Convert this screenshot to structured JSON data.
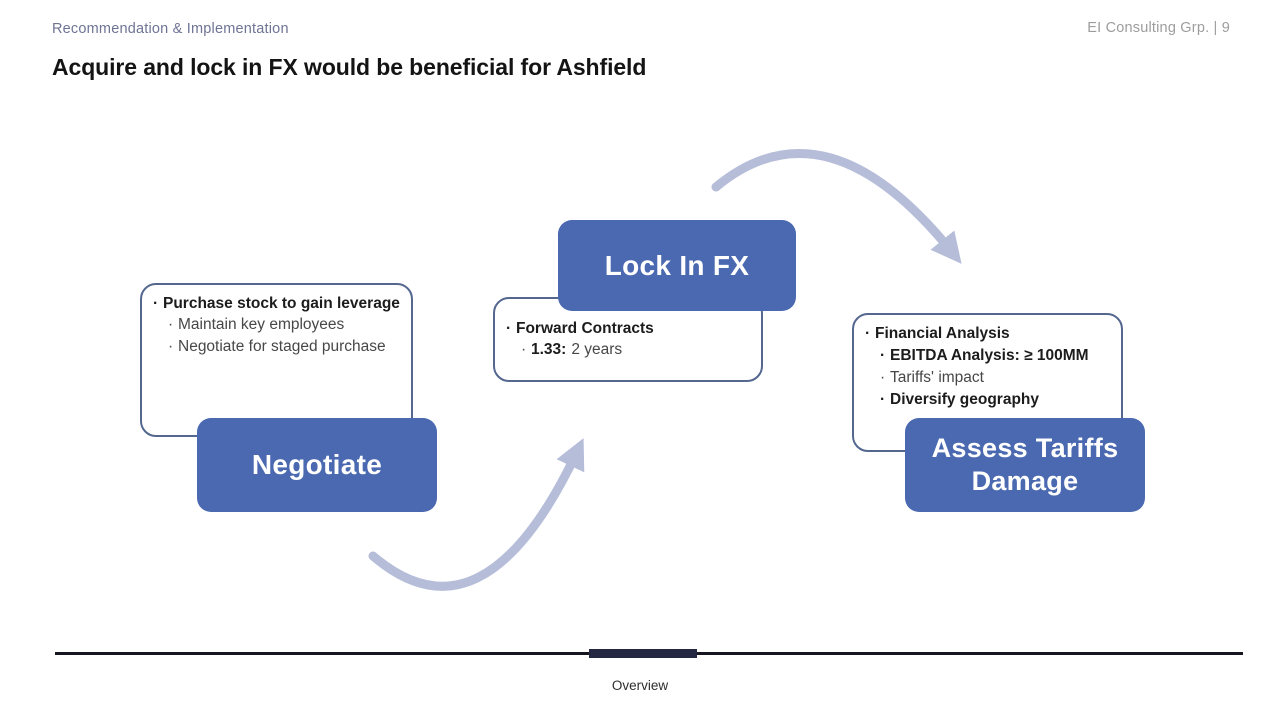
{
  "header": {
    "breadcrumb": "Recommendation & Implementation",
    "brand_page": "EI Consulting Grp. | 9"
  },
  "title": "Acquire and lock in FX would be beneficial for Ashfield",
  "ui": {
    "bullet_char": "·"
  },
  "colors": {
    "step_blue": "#4a69b0",
    "arrow_blue_gray": "#b5bdd9",
    "callout_border": "#54678f",
    "breadcrumb_text": "#6e7494",
    "header_right_text": "#9d9d9d",
    "footer_line_dark": "#15161f",
    "footer_segment_navy": "#232742"
  },
  "steps": {
    "negotiate": {
      "label": "Negotiate"
    },
    "lock_in_fx": {
      "label": "Lock In FX"
    },
    "assess_tariffs": {
      "label": "Assess Tariffs Damage"
    }
  },
  "callouts": {
    "negotiate": {
      "items": [
        {
          "text": "Purchase stock to gain leverage",
          "bold": true,
          "level": 1
        },
        {
          "text": "Maintain key employees",
          "bold": false,
          "level": 2
        },
        {
          "text": "Negotiate for staged purchase",
          "bold": false,
          "level": 2
        }
      ]
    },
    "lock_in_fx": {
      "items": [
        {
          "text": "Forward Contracts",
          "bold": true,
          "level": 1
        },
        {
          "lead": "1.33:",
          "text": "2 years",
          "bold": false,
          "level": 2
        }
      ]
    },
    "assess_tariffs": {
      "items": [
        {
          "text": "Financial Analysis",
          "bold": true,
          "level": 1
        },
        {
          "text": "EBITDA Analysis: ≥ 100MM",
          "bold": true,
          "level": 2
        },
        {
          "text": "Tariffs' impact",
          "bold": false,
          "level": 2
        },
        {
          "text": "Diversify geography",
          "bold": true,
          "level": 2
        }
      ]
    }
  },
  "footer": {
    "tab_label": "Overview"
  }
}
